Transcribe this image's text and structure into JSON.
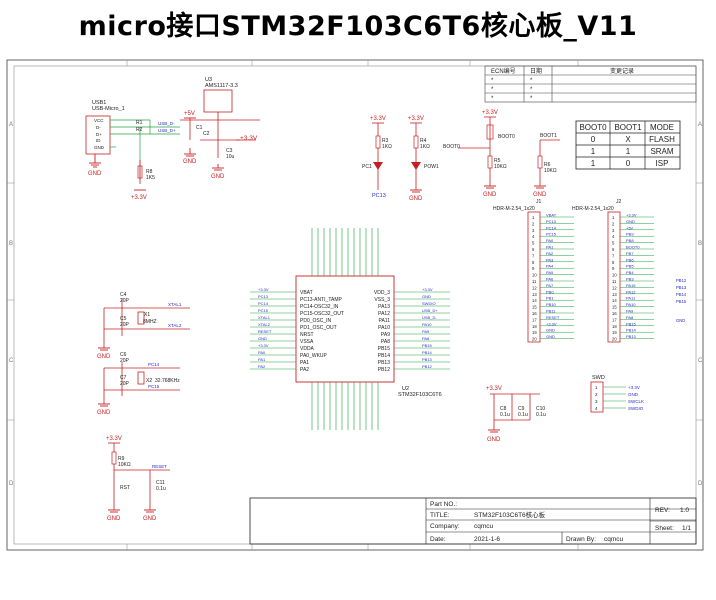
{
  "title": "micro接口STM32F103C6T6核心板_V11",
  "ecn": {
    "headers": [
      "ECN编号",
      "日期",
      "变更记录"
    ]
  },
  "boot_table": {
    "headers": [
      "BOOT0",
      "BOOT1",
      "MODE"
    ],
    "rows": [
      [
        "0",
        "X",
        "FLASH"
      ],
      [
        "1",
        "1",
        "SRAM"
      ],
      [
        "1",
        "0",
        "ISP"
      ]
    ]
  },
  "title_block": {
    "part_no_label": "Part NO.:",
    "title_label": "TITLE:",
    "title_value": "STM32F103C6T6核心板",
    "company_label": "Company:",
    "company_value": "cqmcu",
    "date_label": "Date:",
    "date_value": "2021-1-6",
    "drawn_label": "Drawn By:",
    "drawn_value": "cqmcu",
    "rev_label": "REV:",
    "rev_value": "1.0",
    "sheet_label": "Sheet:",
    "sheet_value": "1/1"
  },
  "labels": {
    "usb1": "USB1",
    "usb_type": "USB-Micro_1",
    "u3": "U3",
    "u3_part": "AMS1117-3.3",
    "u2": "U2",
    "u2_part": "STM32F103C6T6",
    "j1": "J1",
    "j1_part": "HDR-M-2.54_1x20",
    "j2": "J2",
    "j2_part": "HDR-M-2.54_1x20",
    "swd": "SWD",
    "vcc5": "+5V",
    "vcc33": "+3.3V",
    "gnd": "GND",
    "boot0": "BOOT0",
    "boot1": "BOOT1",
    "pc13": "PC13",
    "pc14": "PC14",
    "pc15": "PC15",
    "pa11": "PA11",
    "pa12": "PA12",
    "x1": "X1",
    "x1_freq": "8MHZ",
    "x2": "X2",
    "x2_freq": "32.768KHz",
    "rst": "RST",
    "reset": "RESET",
    "r1": "R1",
    "r2": "R2",
    "r3": "R3",
    "r3v": "1KΩ",
    "r4": "R4",
    "r4v": "1KΩ",
    "r5": "R5",
    "r5v": "10KΩ",
    "r6": "R6",
    "r6v": "10KΩ",
    "r8": "R8",
    "r8v": "1K5",
    "r9": "R9",
    "r9v": "10KΩ",
    "pc1": "PC1",
    "pwr": "POW1",
    "c1": "C1",
    "c2": "C2",
    "c3": "C3",
    "c3v": "10u",
    "c4": "C4",
    "c4v": "20P",
    "c5": "C5",
    "c5v": "20P",
    "c6": "C6",
    "c6v": "20P",
    "c7": "C7",
    "c7v": "20P",
    "c8": "C8",
    "c8v": "0.1u",
    "c9": "C9",
    "c9v": "0.1u",
    "c10": "C10",
    "c10v": "0.1u",
    "c11": "C11",
    "c11v": "0.1u",
    "sw3v3": "+3.3V",
    "swgnd": "GND",
    "swclk": "SWCLK",
    "swdio": "SWDIO"
  },
  "mcu_pins_left": [
    "VBAT",
    "PC13-ANTI_TAMP",
    "PC14-OSC32_IN",
    "PC15-OSC32_OUT",
    "PD0_OSC_IN",
    "PD1_OSC_OUT",
    "NRST",
    "VSSA",
    "VDDA",
    "PA0_WKUP",
    "PA1",
    "PA2"
  ],
  "mcu_pins_right": [
    "VDD_3",
    "VSS_3",
    "PA13",
    "PA12",
    "PA11",
    "PA10",
    "PA9",
    "PA8",
    "PB15",
    "PB14",
    "PB13",
    "PB12"
  ],
  "mcu_nets_left": [
    "+3.3V",
    "PC13",
    "PC14",
    "PC15",
    "XTAL1",
    "XTAL2",
    "RESET",
    "GND",
    "+3.3V",
    "PA0",
    "PA1",
    "PA2"
  ],
  "mcu_nets_right": [
    "+3.3V",
    "GND",
    "SWDIO",
    "USB_D+",
    "USB_D-",
    "PA10",
    "PA9",
    "PA8",
    "PB15",
    "PB14",
    "PB13",
    "PB12"
  ],
  "j1_nets": [
    "VBAT",
    "PC13",
    "PC14",
    "PC15",
    "PA0",
    "PA1",
    "PA2",
    "PA3",
    "PA4",
    "PA5",
    "PA6",
    "PA7",
    "PB0",
    "PB1",
    "PB10",
    "PB11",
    "RESET",
    "+3.3V",
    "GND",
    "GND"
  ],
  "j2_nets": [
    "+3.3V",
    "GND",
    "+5V",
    "PB9",
    "PB8",
    "BOOT0",
    "PB7",
    "PB6",
    "PB5",
    "PB4",
    "PB3",
    "PA15",
    "PA12",
    "PA11",
    "PA10",
    "PA9",
    "PA8",
    "PB15",
    "PB14",
    "PB13"
  ],
  "j2_far_nets": [
    "PB12",
    "PB13",
    "PB14",
    "PB15",
    "GND"
  ]
}
